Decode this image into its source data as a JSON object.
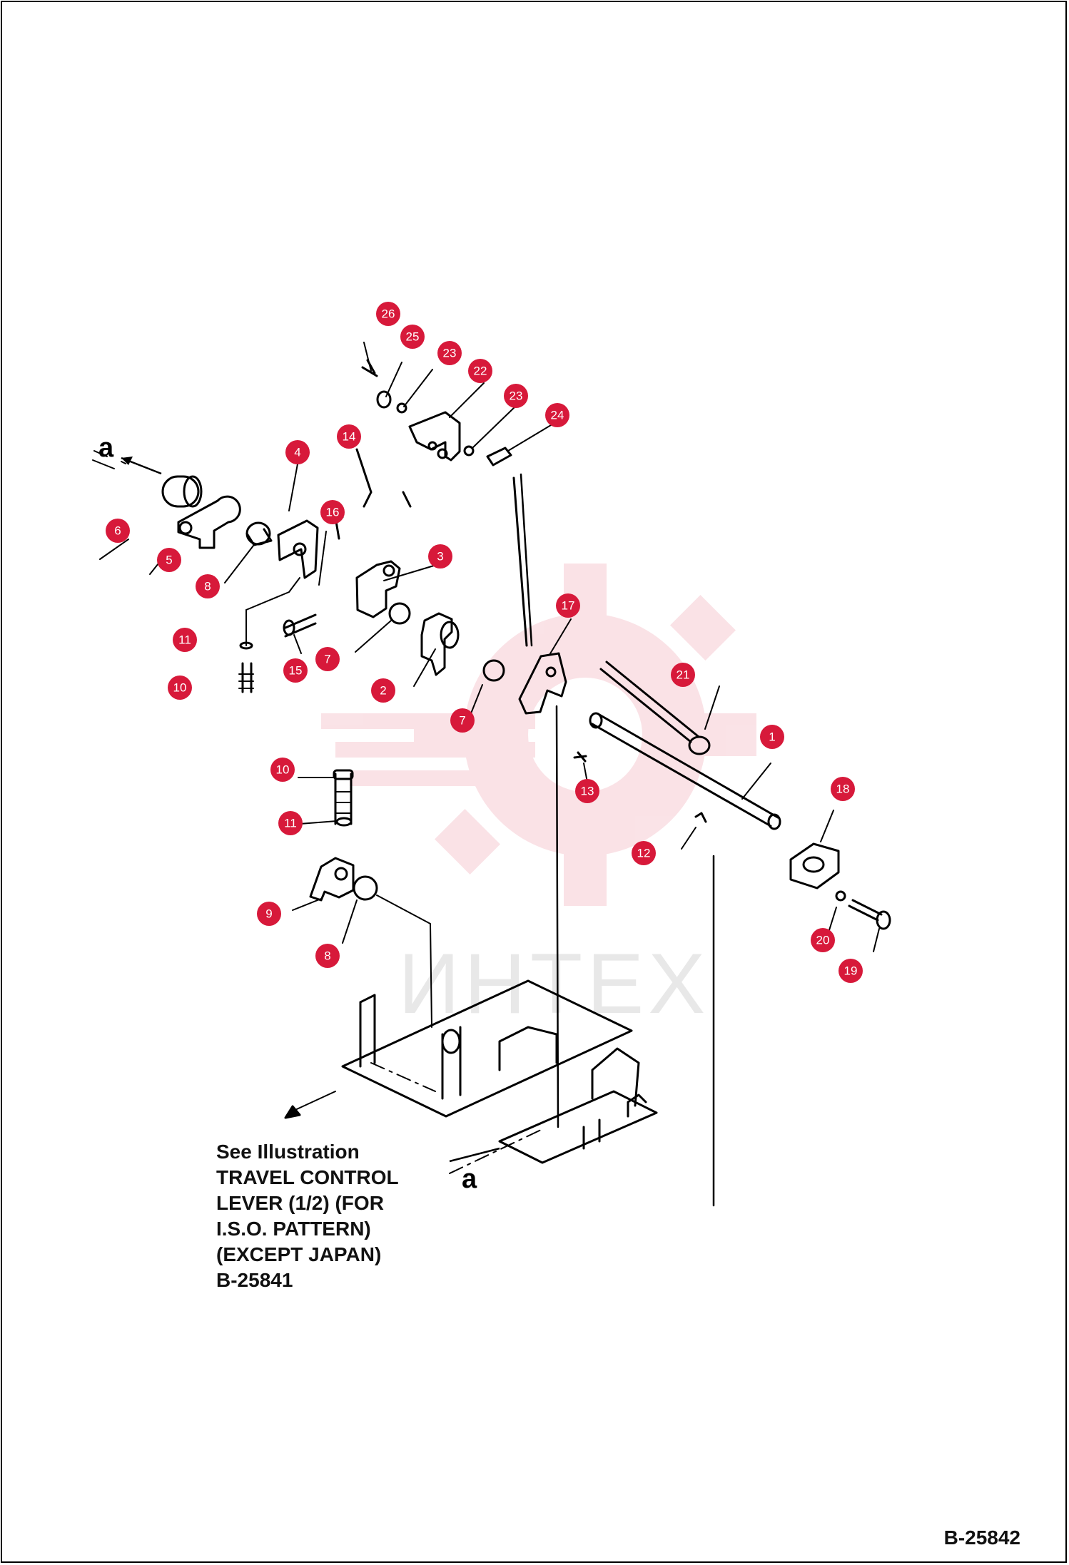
{
  "diagram": {
    "view_letter": "a",
    "watermark": "ИНТЕХ",
    "note_lines": [
      "See Illustration",
      "TRAVEL CONTROL",
      "LEVER (1/2) (FOR",
      "I.S.O. PATTERN)",
      "(EXCEPT JAPAN)",
      "B-25841"
    ],
    "code": "B-25842",
    "callout_color": "#d7193a",
    "callouts": [
      "26",
      "25",
      "23",
      "22",
      "23",
      "24",
      "14",
      "4",
      "16",
      "3",
      "6",
      "5",
      "8",
      "11",
      "10",
      "15",
      "7",
      "2",
      "7",
      "17",
      "21",
      "1",
      "13",
      "18",
      "12",
      "10",
      "11",
      "9",
      "8",
      "20",
      "19"
    ]
  }
}
